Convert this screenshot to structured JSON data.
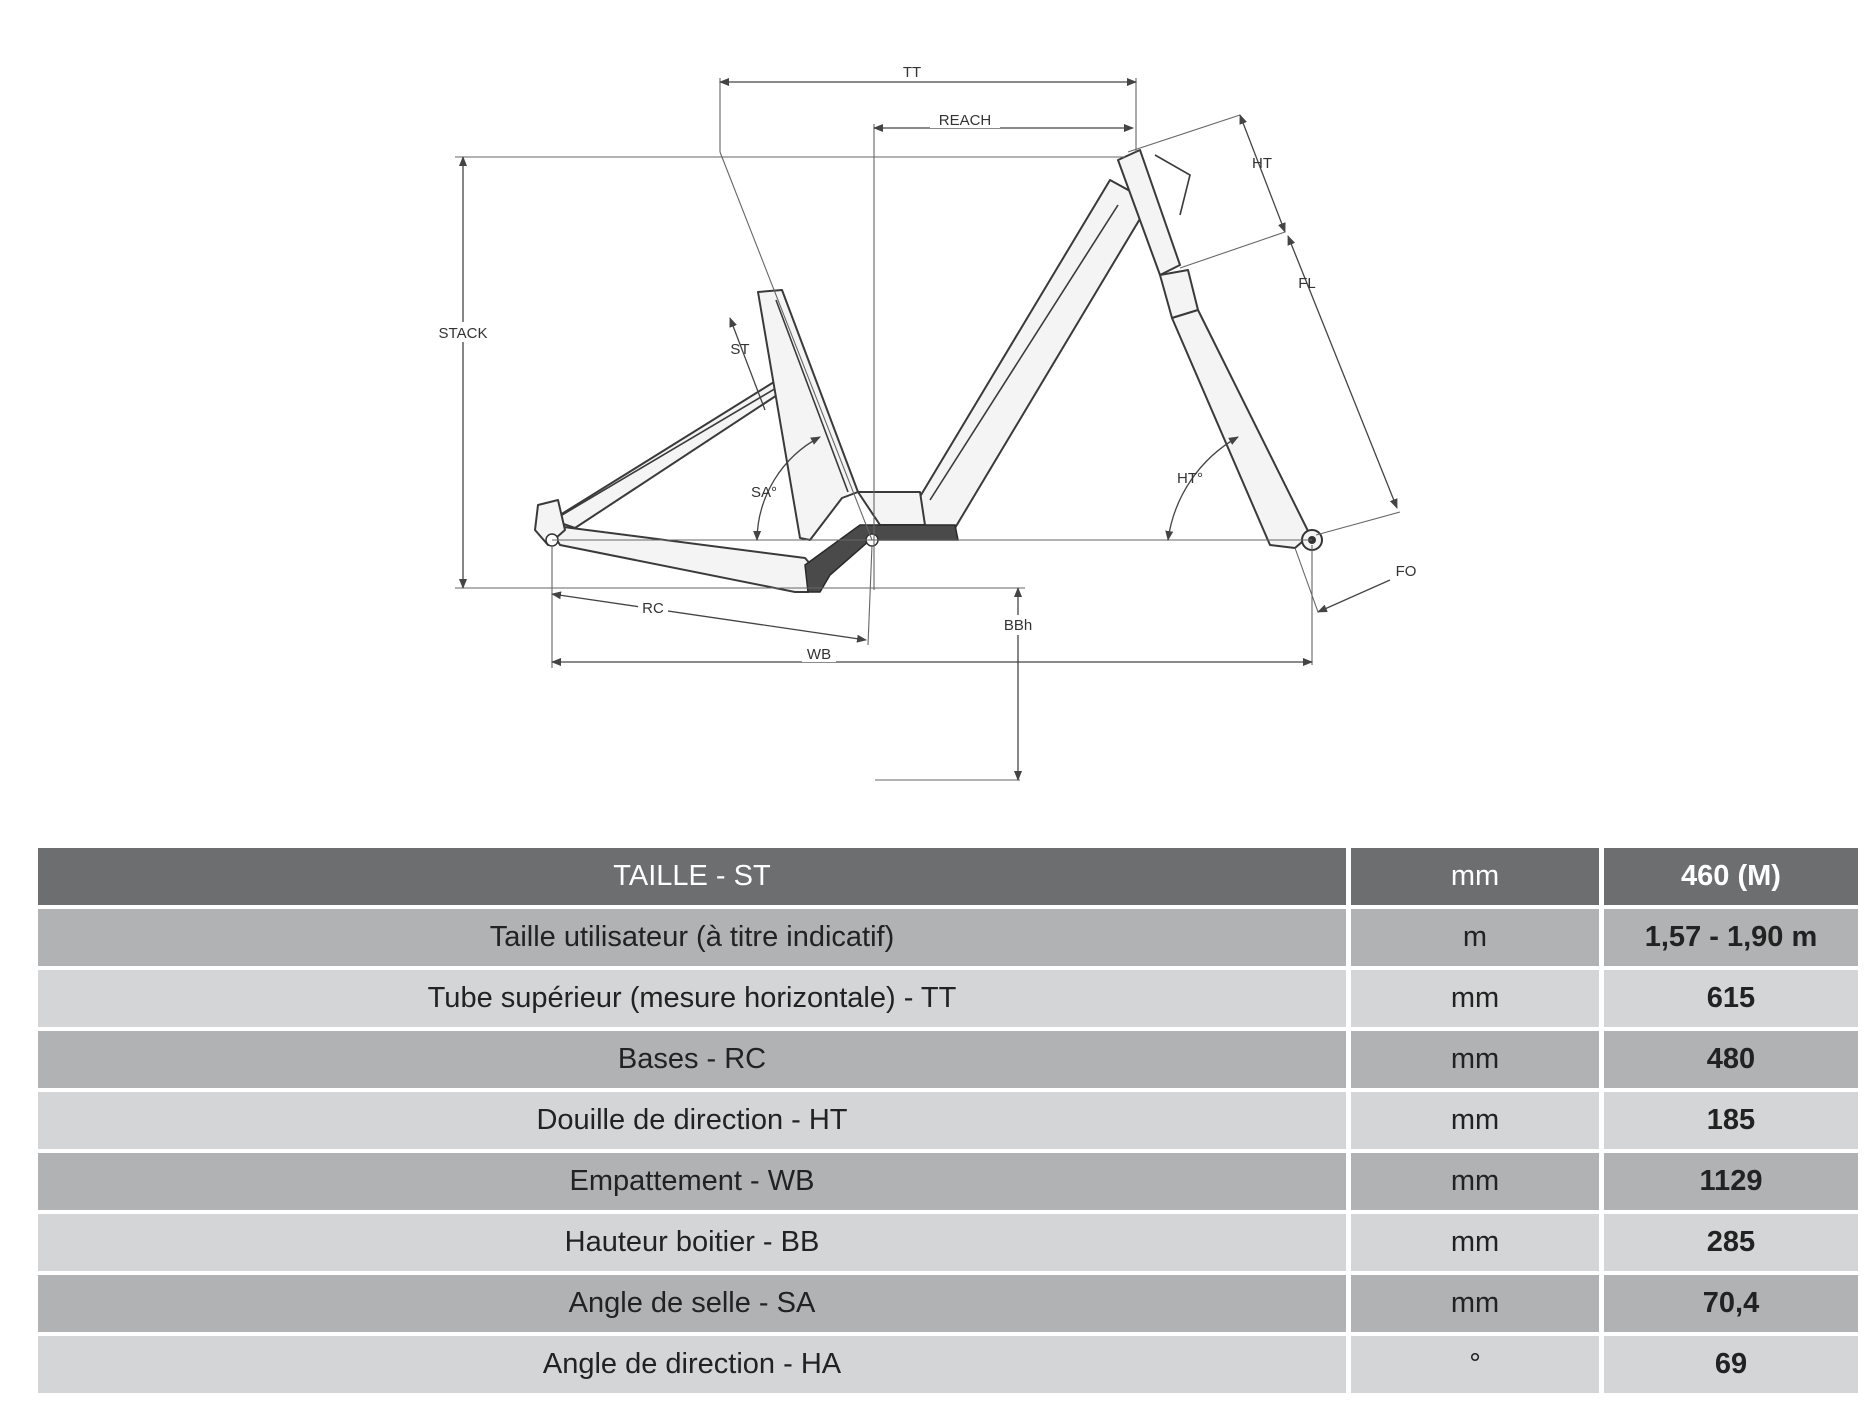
{
  "diagram": {
    "labels": {
      "tt": "TT",
      "reach": "REACH",
      "stack": "STACK",
      "st": "ST",
      "ht": "HT",
      "fl": "FL",
      "sa": "SA°",
      "ha": "HT°",
      "rc": "RC",
      "bbh": "BBh",
      "wb": "WB",
      "fo": "FO"
    }
  },
  "table": {
    "header": {
      "label": "TAILLE - ST",
      "unit": "mm",
      "value": "460 (M)"
    },
    "rows": [
      {
        "label": "Taille utilisateur (à titre indicatif)",
        "unit": "m",
        "value": "1,57 - 1,90 m"
      },
      {
        "label": "Tube supérieur (mesure horizontale) - TT",
        "unit": "mm",
        "value": "615"
      },
      {
        "label": "Bases - RC",
        "unit": "mm",
        "value": "480"
      },
      {
        "label": "Douille de direction - HT",
        "unit": "mm",
        "value": "185"
      },
      {
        "label": "Empattement - WB",
        "unit": "mm",
        "value": "1129"
      },
      {
        "label": "Hauteur boitier - BB",
        "unit": "mm",
        "value": "285"
      },
      {
        "label": "Angle de selle - SA",
        "unit": "mm",
        "value": "70,4"
      },
      {
        "label": "Angle de direction - HA",
        "unit": "°",
        "value": "69"
      }
    ]
  }
}
